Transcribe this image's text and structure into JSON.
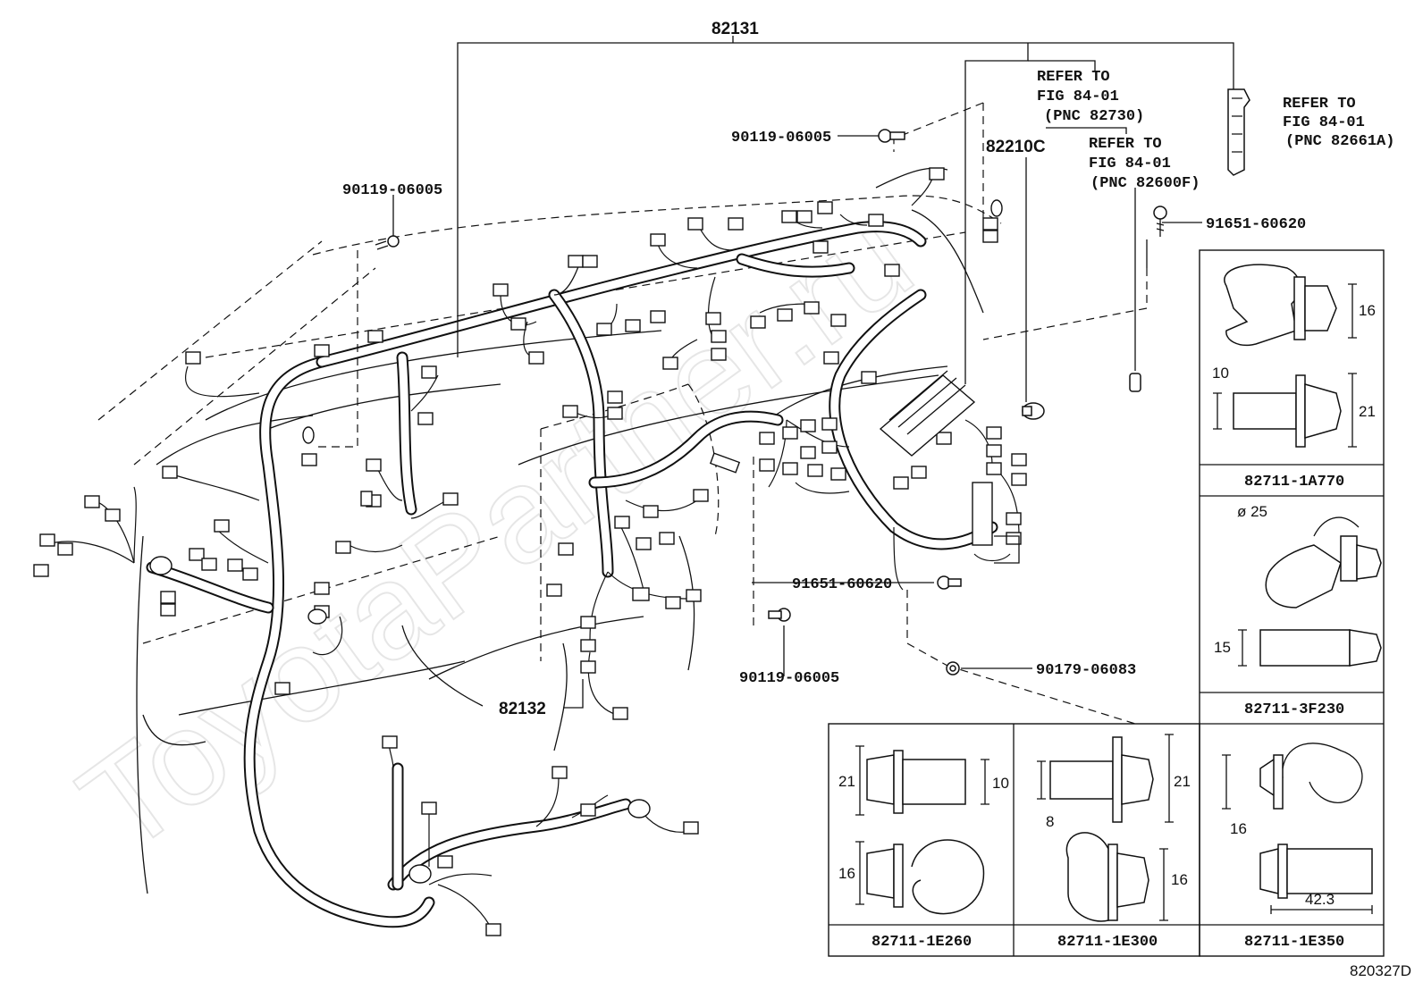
{
  "diagram_id": "820327D",
  "watermark": "ToyotaPartner.ru",
  "callouts": {
    "assy_main": "82131",
    "assy_sub": "82132",
    "cond": "82210C",
    "bolt_a": "90119-06005",
    "bolt_b": "90119-06005",
    "bolt_c": "90119-06005",
    "bolt_d": "91651-60620",
    "bolt_e": "91651-60620",
    "nut": "90179-06083"
  },
  "refer_notes": [
    {
      "line1": "REFER TO",
      "line2": "FIG 84-01",
      "line3": "(PNC 82730)"
    },
    {
      "line1": "REFER TO",
      "line2": "FIG 84-01",
      "line3": "(PNC 82600F)"
    },
    {
      "line1": "REFER TO",
      "line2": "FIG 84-01",
      "line3": "(PNC 82661A)"
    }
  ],
  "clip_panels": [
    {
      "part": "82711-1A770",
      "dims": [
        "16",
        "10",
        "21"
      ]
    },
    {
      "part": "82711-3F230",
      "dims": [
        "ø 25",
        "15"
      ]
    },
    {
      "part": "82711-1E260",
      "dims": [
        "21",
        "10",
        "16"
      ]
    },
    {
      "part": "82711-1E300",
      "dims": [
        "8",
        "21",
        "16"
      ]
    },
    {
      "part": "82711-1E350",
      "dims": [
        "16",
        "42.3"
      ]
    }
  ]
}
